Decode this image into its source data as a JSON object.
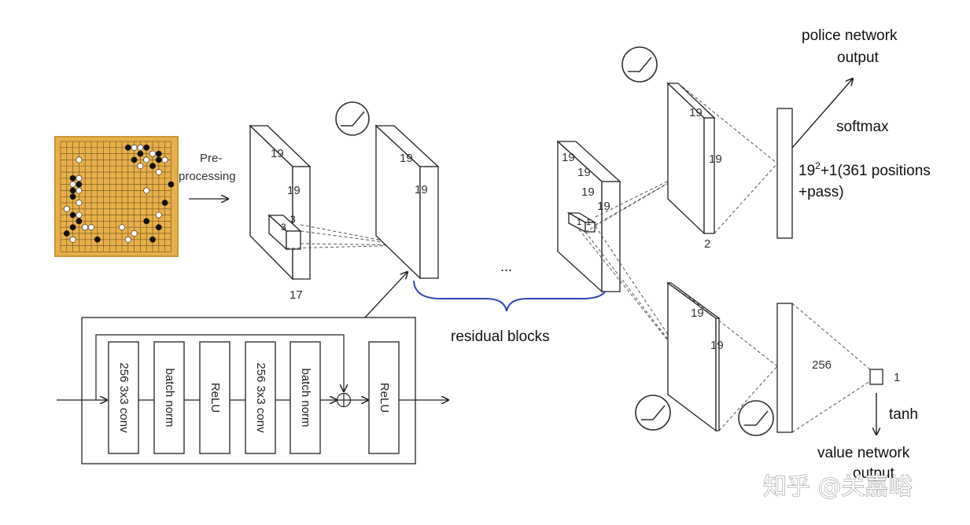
{
  "preprocess_label": [
    "Pre-",
    "processing"
  ],
  "input_volume": {
    "dim_a": "19",
    "dim_b": "19",
    "dim_c": "17",
    "kernel_a": "3",
    "kernel_b": "3"
  },
  "conv_volume": {
    "dim_a": "19",
    "dim_b": "19"
  },
  "ellipsis": "...",
  "residual_label": "residual blocks",
  "residual_block": {
    "layers": [
      "256 3x3 conv",
      "batch norm",
      "ReLU",
      "256 3x3 conv",
      "batch norm"
    ],
    "output_layer": "ReLU"
  },
  "last_volume": {
    "dim_a": "19",
    "dim_b": "19",
    "dim_c": "19",
    "dim_d": "19",
    "kernel_a": "1",
    "kernel_b": "1"
  },
  "policy_head": {
    "dim_a": "19",
    "dim_b": "19",
    "depth": "2"
  },
  "value_head": {
    "dim_a": "19",
    "dim_b": "19",
    "hidden": "256",
    "out": "1"
  },
  "policy_output": {
    "title_line1": "police network",
    "title_line2": "output",
    "activation": "softmax",
    "size_base": "19",
    "size_sup": "2",
    "size_rest": "+1(361 positions",
    "size_line2": "+pass)"
  },
  "value_output": {
    "activation": "tanh",
    "title_line1": "value network",
    "title_line2": "output"
  },
  "watermark": "知乎 @关嘉峪",
  "colors": {
    "board": "#e8b04a",
    "brace": "#3344bb"
  }
}
